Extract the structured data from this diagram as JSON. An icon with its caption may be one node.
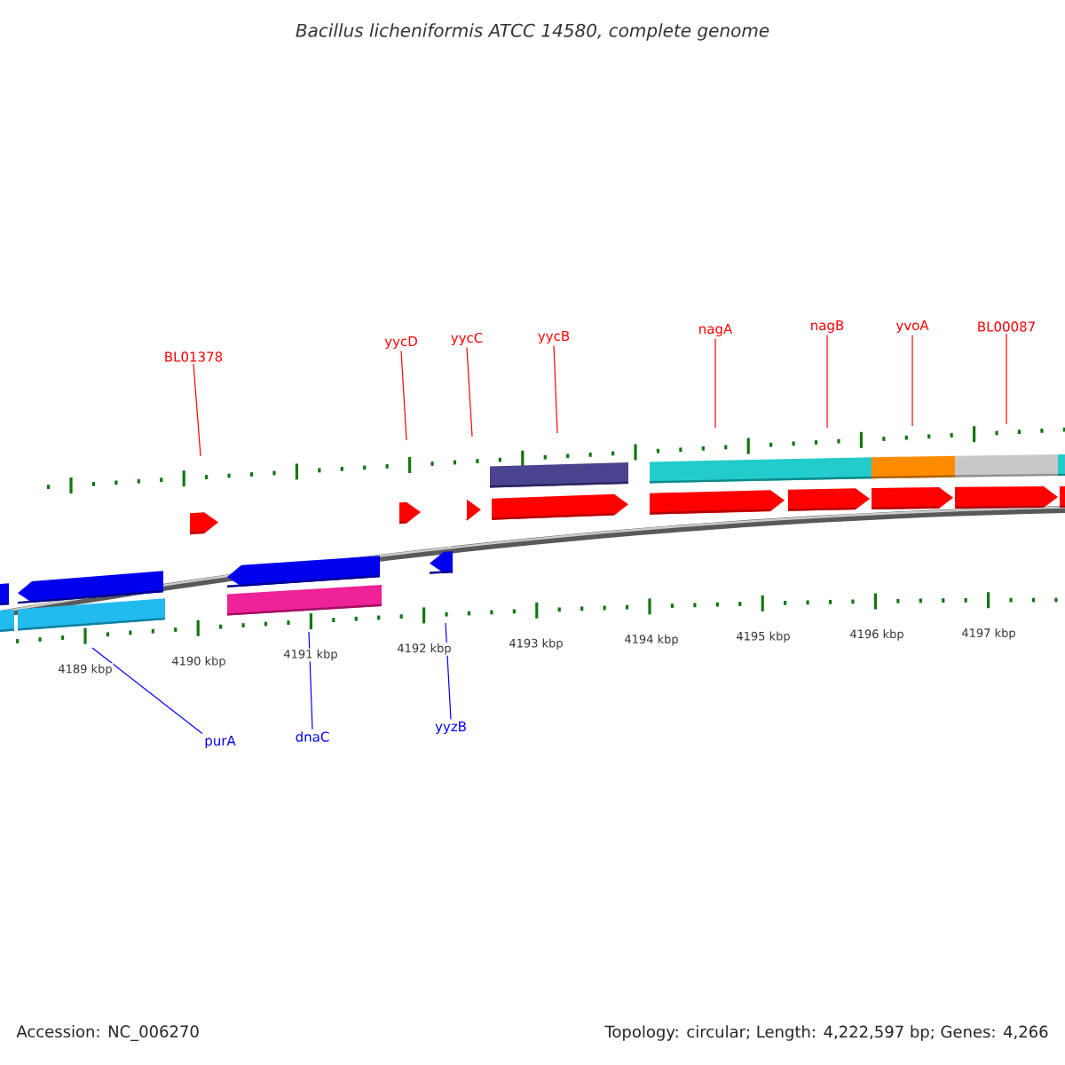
{
  "diagram": {
    "title": "Bacillus licheniformis ATCC 14580, complete genome",
    "nodes": [
      {
        "text": [
          "BL01378"
        ]
      },
      {
        "text": [
          "yycD"
        ]
      },
      {
        "text": [
          "yycC"
        ]
      },
      {
        "text": [
          "yycB"
        ]
      },
      {
        "text": [
          "nagA"
        ]
      },
      {
        "text": [
          "nagB"
        ]
      },
      {
        "text": [
          "yvoA"
        ]
      },
      {
        "text": [
          "BL00087"
        ]
      },
      {
        "text": [
          "purA"
        ]
      },
      {
        "text": [
          "dnaC"
        ]
      },
      {
        "text": [
          "yyzB"
        ]
      }
    ],
    "edges": [
      {
        "from": 0,
        "to": null,
        "arrow": "none"
      },
      {
        "from": 1,
        "to": null,
        "arrow": "none"
      },
      {
        "from": 2,
        "to": null,
        "arrow": "none"
      },
      {
        "from": 3,
        "to": null,
        "arrow": "none"
      },
      {
        "from": 4,
        "to": null,
        "arrow": "none"
      },
      {
        "from": 5,
        "to": null,
        "arrow": "none"
      },
      {
        "from": 6,
        "to": null,
        "arrow": "none"
      },
      {
        "from": 7,
        "to": null,
        "arrow": "none"
      },
      {
        "from": 8,
        "to": null,
        "arrow": "none",
        "color": "#0000ff"
      },
      {
        "from": 9,
        "to": null,
        "arrow": "none",
        "color": "#0000ff"
      },
      {
        "from": 10,
        "to": null,
        "arrow": "none",
        "color": "#0000ff"
      }
    ],
    "labels": [
      "4189 kbp",
      "4190 kbp",
      "4191 kbp",
      "4192 kbp",
      "4193 kbp",
      "4194 kbp",
      "4195 kbp",
      "4196 kbp",
      "4197 kbp",
      "Accession: NC_006270",
      "Topology: circular; Length: 4,222,597 bp; Genes: 4,266"
    ]
  }
}
